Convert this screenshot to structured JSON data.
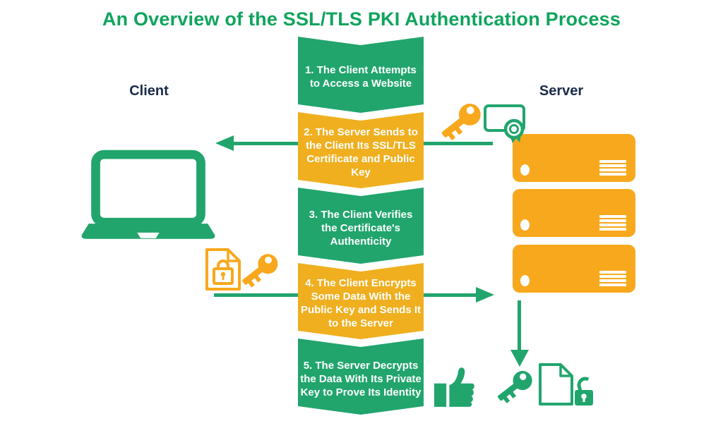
{
  "title": "An Overview of the SSL/TLS PKI Authentication Process",
  "labels": {
    "client": "Client",
    "server": "Server"
  },
  "steps": [
    {
      "num": 1,
      "text": "1. The Client Attempts to Access a Website",
      "color": "#21A56D"
    },
    {
      "num": 2,
      "text": "2. The Server Sends to the Client Its SSL/TLS Certificate and Public Key",
      "color": "#EFAF1F"
    },
    {
      "num": 3,
      "text": "3. The Client Verifies the Certificate's Authenticity",
      "color": "#21A56D"
    },
    {
      "num": 4,
      "text": "4. The Client Encrypts Some Data With the Public Key and Sends It to the Server",
      "color": "#EFAF1F"
    },
    {
      "num": 5,
      "text": "5. The Server Decrypts the Data With Its Private Key to Prove Its Identity",
      "color": "#21A56D"
    }
  ],
  "icons": {
    "client_side": [
      "laptop-icon"
    ],
    "server_side": [
      "server-unit-icon",
      "server-unit-icon",
      "server-unit-icon"
    ],
    "step2": [
      "key-icon",
      "certificate-icon"
    ],
    "step4": [
      "locked-document-icon",
      "key-icon"
    ],
    "step5": [
      "thumbs-up-icon",
      "key-icon",
      "unlocked-document-icon"
    ]
  },
  "arrows": [
    {
      "name": "server-to-client-arrow",
      "direction": "left"
    },
    {
      "name": "client-to-server-arrow",
      "direction": "right"
    },
    {
      "name": "server-down-arrow",
      "direction": "down"
    }
  ],
  "colors": {
    "title_green": "#0FA45C",
    "green": "#21A56D",
    "banner_yellow": "#EFAF1F",
    "icon_yellow": "#F8A81D",
    "label_navy": "#1A2B49",
    "banner_text": "#FFFFFF"
  }
}
